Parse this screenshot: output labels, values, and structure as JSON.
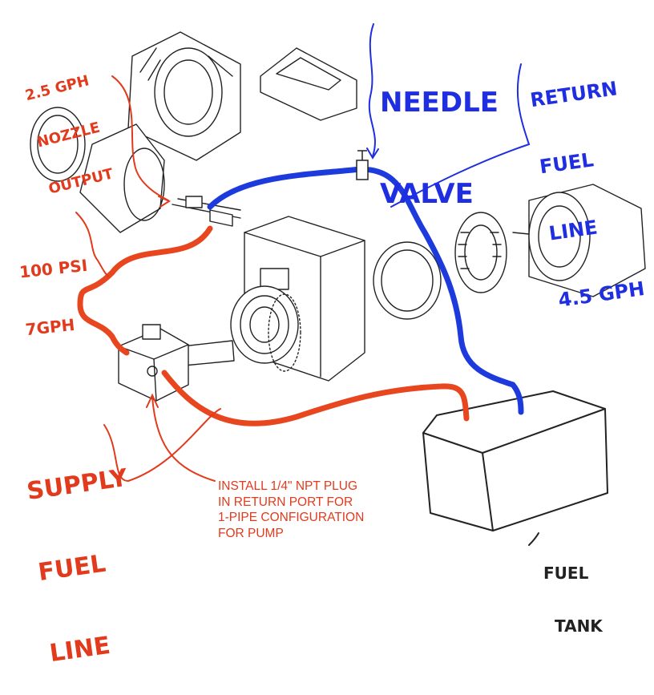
{
  "labels": {
    "needle_valve": [
      "NEEDLE",
      "VALVE"
    ],
    "return_fuel_line": [
      "RETURN",
      "FUEL",
      "LINE",
      "4.5 GPH"
    ],
    "nozzle_output": [
      "2.5 GPH",
      "NOZZLE",
      "OUTPUT"
    ],
    "pressure_flow": [
      "100 PSI",
      "7GPH"
    ],
    "supply_fuel_line": [
      "SUPPLY",
      "FUEL",
      "LINE"
    ],
    "install_note": [
      "INSTALL 1/4\" NPT PLUG",
      "IN RETURN PORT FOR",
      "1-PIPE CONFIGURATION",
      "FOR PUMP"
    ],
    "fuel_tank": [
      "FUEL",
      "TANK"
    ]
  },
  "colors": {
    "supply_line": "#e8461f",
    "return_line": "#1d3bdc",
    "annotation_red": "#e23a1c",
    "annotation_blue": "#1f2ee0",
    "drawing": "#222222"
  }
}
